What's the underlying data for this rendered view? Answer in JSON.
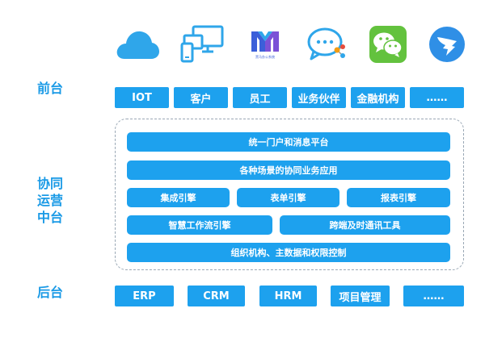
{
  "apps": [
    {
      "name": "cloud-icon"
    },
    {
      "name": "devices-icon"
    },
    {
      "name": "m-logo-icon",
      "caption": "黑马办公系统"
    },
    {
      "name": "chat-share-icon"
    },
    {
      "name": "wechat-icon"
    },
    {
      "name": "dingtalk-icon"
    }
  ],
  "labels": {
    "front": "前台",
    "middle": [
      "协同",
      "运营",
      "中台"
    ],
    "back": "后台"
  },
  "front_items": [
    "IOT",
    "客户",
    "员工",
    "业务伙伴",
    "金融机构",
    "……"
  ],
  "middle_rows": {
    "portal": "统一门户和消息平台",
    "apps": "各种场景的协同业务应用",
    "engines": [
      "集成引擎",
      "表单引擎",
      "报表引擎"
    ],
    "tools": [
      "智慧工作流引擎",
      "跨端及时通讯工具"
    ],
    "control": "组织机构、主数据和权限控制"
  },
  "back_items": [
    "ERP",
    "CRM",
    "HRM",
    "项目管理",
    "……"
  ],
  "colors": {
    "box": "#1da1ee",
    "label": "#1a9ae6",
    "frame": "#9aa8b5"
  }
}
